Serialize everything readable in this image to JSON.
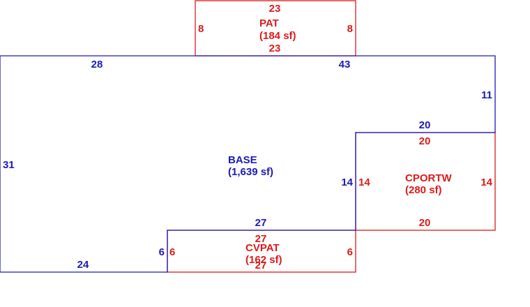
{
  "areas": {
    "pat": {
      "name": "PAT",
      "area": "(184 sf)",
      "dims": {
        "top": "23",
        "bottom": "23",
        "left": "8",
        "right": "8"
      }
    },
    "base": {
      "name": "BASE",
      "area": "(1,639 sf)",
      "dims": {
        "top_left": "28",
        "top_right": "43",
        "right": "11",
        "notch_top": "20",
        "notch_left": "14",
        "bottom_mid": "27",
        "bottom_step": "6",
        "bottom_left": "24",
        "left": "31"
      }
    },
    "cportw": {
      "name": "CPORTW",
      "area": "(280 sf)",
      "dims": {
        "top": "20",
        "bottom": "20",
        "left": "14",
        "right": "14"
      }
    },
    "cvpat": {
      "name": "CVPAT",
      "area": "(162 sf)",
      "dims": {
        "top": "27",
        "bottom": "27",
        "left": "6",
        "right": "6"
      }
    }
  },
  "colors": {
    "base": "#1a1ab8",
    "addon": "#dd1a1a",
    "background": "#ffffff"
  }
}
